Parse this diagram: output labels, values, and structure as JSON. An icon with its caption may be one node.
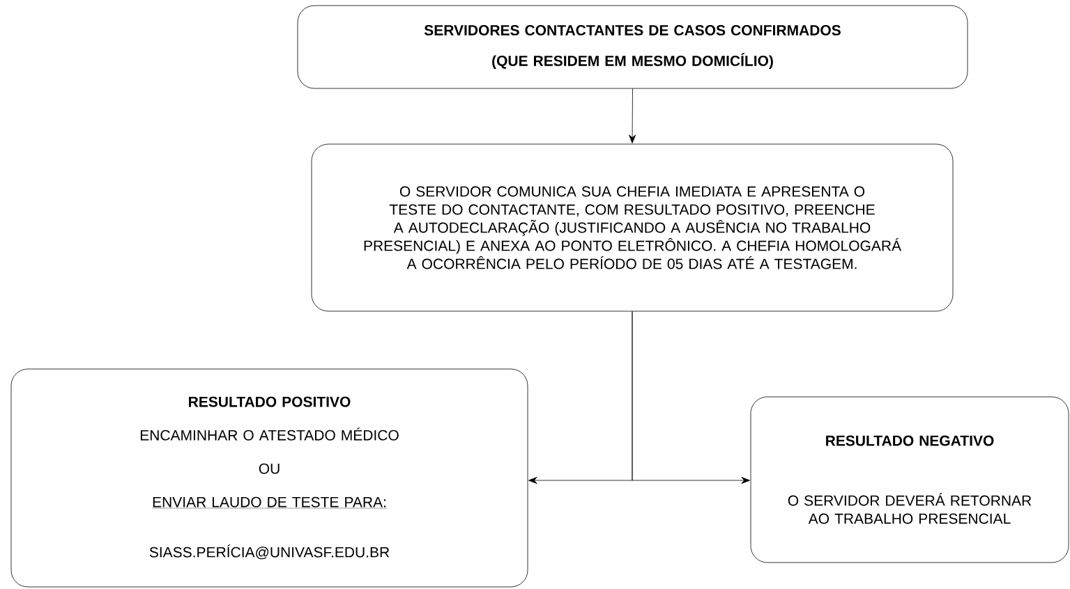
{
  "diagram": {
    "nodes": [
      {
        "text": [
          "SERVIDORES CONTACTANTES DE CASOS CONFIRMADOS",
          "(QUE RESIDEM EM MESMO DOMICÍLIO)"
        ]
      },
      {
        "text": [
          "O SERVIDOR COMUNICA SUA CHEFIA IMEDIATA E APRESENTA O TESTE DO CONTACTANTE, COM RESULTADO POSITIVO, PREENCHE A AUTODECLARAÇÃO (JUSTIFICANDO A AUSÊNCIA NO TRABALHO PRESENCIAL) E ANEXA AO PONTO ELETRÔNICO. A CHEFIA HOMOLOGARÁ A OCORRÊNCIA PELO PERÍODO DE 05 DIAS ATÉ A TESTAGEM."
        ]
      },
      {
        "text": [
          "RESULTADO POSITIVO",
          "ENCAMINHAR O ATESTADO MÉDICO",
          "OU",
          "ENVIAR LAUDO DE TESTE PARA:",
          "SIASS.PERÍCIA@UNIVASF.EDU.BR"
        ]
      },
      {
        "text": [
          "RESULTADO NEGATIVO",
          "O SERVIDOR DEVERÁ RETORNAR AO TRABALHO PRESENCIAL"
        ]
      }
    ],
    "edges": [
      {
        "from": 0,
        "to": 1,
        "arrow": "to"
      },
      {
        "from": 1,
        "to": 2,
        "arrow": "to"
      },
      {
        "from": 1,
        "to": 3,
        "arrow": "to"
      }
    ]
  }
}
